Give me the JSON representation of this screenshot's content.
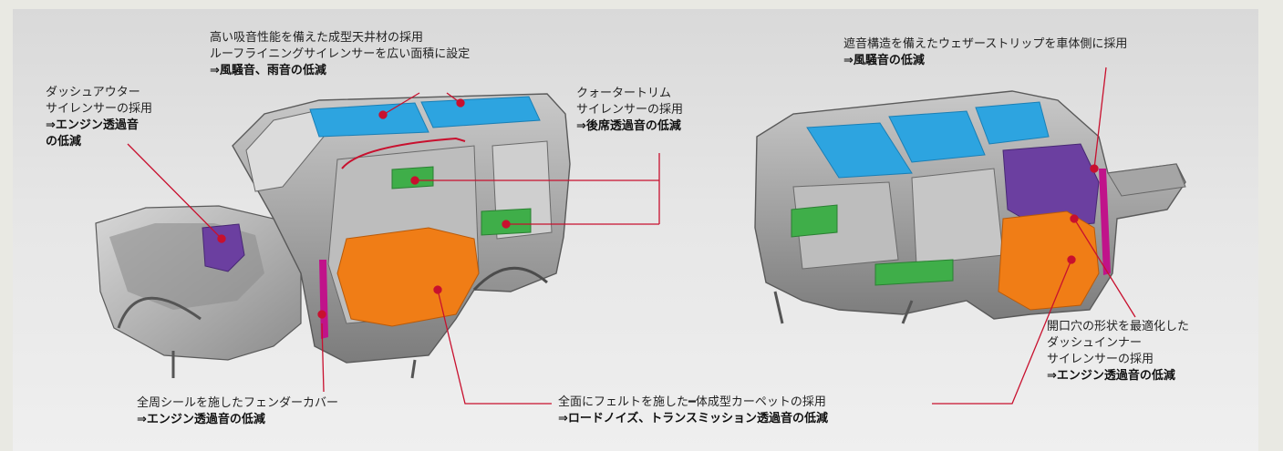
{
  "annotations": {
    "roof": {
      "line1": "高い吸音性能を備えた成型天井材の採用",
      "line2": "ルーフライニングサイレンサーを広い面積に設定",
      "effect": "⇒風騒音、雨音の低減"
    },
    "dash_outer": {
      "line1": "ダッシュアウター",
      "line2": "サイレンサーの採用",
      "effect1": "⇒エンジン透過音",
      "effect2": "の低減"
    },
    "quarter_trim": {
      "line1": "クォータートリム",
      "line2": "サイレンサーの採用",
      "effect": "⇒後席透過音の低減"
    },
    "weatherstrip": {
      "line1": "遮音構造を備えたウェザーストリップを車体側に採用",
      "effect": "⇒風騒音の低減"
    },
    "fender": {
      "line1": "全周シールを施したフェンダーカバー",
      "effect": "⇒エンジン透過音の低減"
    },
    "carpet": {
      "line1": "全面にフェルトを施した━体成型カーペットの採用",
      "effect": "⇒ロードノイズ、トランスミッション透過音の低減"
    },
    "dash_inner": {
      "line1": "開口穴の形状を最適化した",
      "line2": "ダッシュインナー",
      "line3": "サイレンサーの採用",
      "effect": "⇒エンジン透過音の低減"
    }
  },
  "colors": {
    "leader": "#c8102e",
    "roof_silencer": "#2da4e0",
    "quarter_trim": "#3fae49",
    "carpet": "#f07d16",
    "dash_silencer": "#6b3fa0",
    "weatherstrip": "#c0138a",
    "body": "#9a9a9a"
  }
}
